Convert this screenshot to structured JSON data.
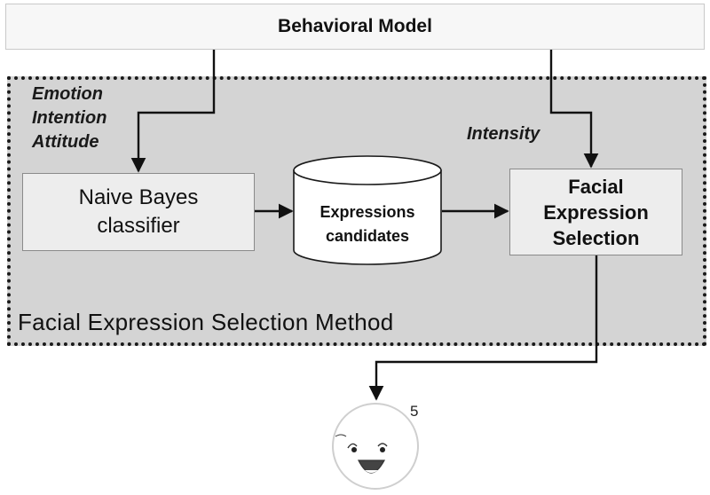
{
  "behavioral_model": {
    "label": "Behavioral Model"
  },
  "inputs": {
    "left_lines": [
      "Emotion",
      "Intention",
      "Attitude"
    ],
    "right_label": "Intensity"
  },
  "nodes": {
    "naive_bayes": [
      "Naive Bayes",
      "classifier"
    ],
    "candidates": [
      "Expressions",
      "candidates"
    ],
    "selection": [
      "Facial",
      "Expression",
      "Selection"
    ]
  },
  "region_label": "Facial Expression Selection Method",
  "output": {
    "face_number": "5",
    "face_icon": "smiling-face-icon"
  },
  "colors": {
    "region_fill": "#d4d4d4",
    "box_fill": "#ededed",
    "arrow": "#111111"
  }
}
